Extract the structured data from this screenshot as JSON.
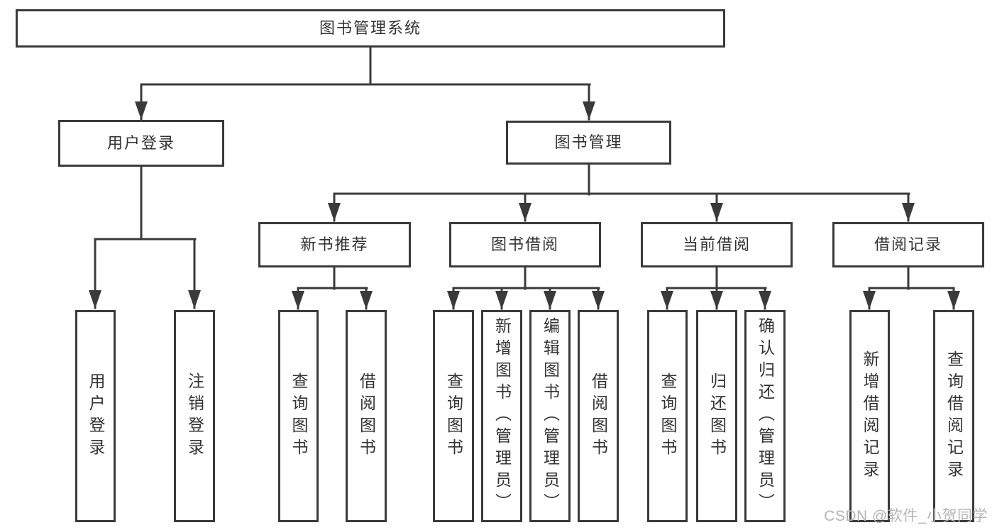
{
  "diagram": {
    "root": {
      "label": "图书管理系统"
    },
    "level1": [
      {
        "label": "用户登录"
      },
      {
        "label": "图书管理"
      }
    ],
    "level2": [
      {
        "label": "新书推荐"
      },
      {
        "label": "图书借阅"
      },
      {
        "label": "当前借阅"
      },
      {
        "label": "借阅记录"
      }
    ],
    "leaves": [
      {
        "label": "用户登录"
      },
      {
        "label": "注销登录"
      },
      {
        "label": "查询图书"
      },
      {
        "label": "借阅图书"
      },
      {
        "label": "查询图书"
      },
      {
        "label": "新增图书（管理员）"
      },
      {
        "label": "编辑图书（管理员）"
      },
      {
        "label": "借阅图书"
      },
      {
        "label": "查询图书"
      },
      {
        "label": "归还图书"
      },
      {
        "label": "确认归还（管理员）"
      },
      {
        "label": "新增借阅记录"
      },
      {
        "label": "查询借阅记录"
      }
    ]
  },
  "watermark": {
    "text": "CSDN @软件_小贺同学"
  },
  "colors": {
    "line": "#3a3a3a",
    "box_border": "#3a3a3a",
    "text": "#333333",
    "watermark": "#b5b5b5",
    "background": "#ffffff"
  }
}
